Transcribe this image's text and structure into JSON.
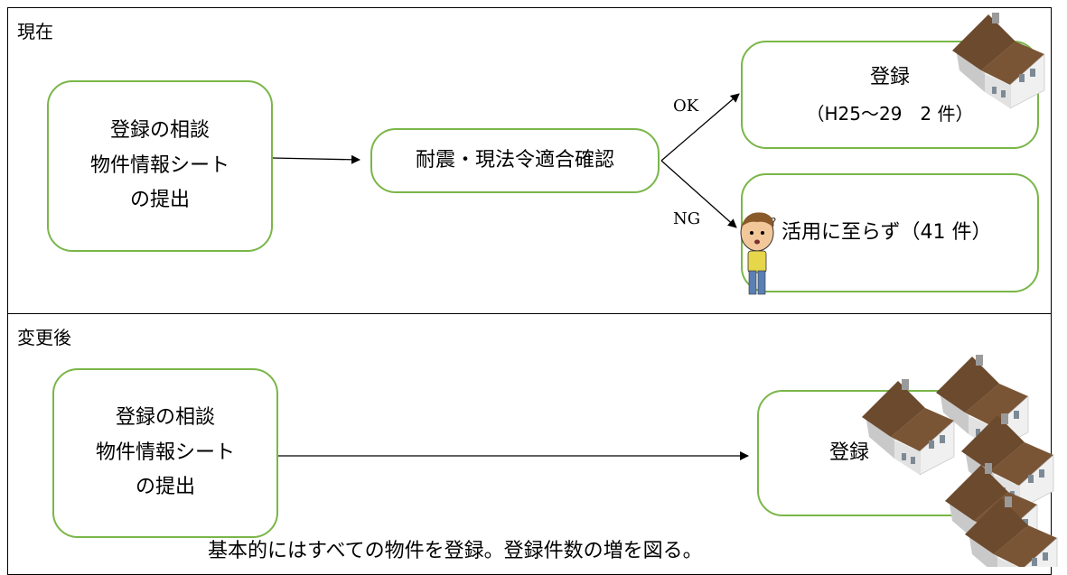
{
  "panels": {
    "current": {
      "title": "現在",
      "consult_box": {
        "lines": [
          "登録の相談",
          "物件情報シート",
          "の提出"
        ]
      },
      "check_box": {
        "label": "耐震・現法令適合確認"
      },
      "ok_label": "OK",
      "ng_label": "NG",
      "ok_box": {
        "line1": "登録",
        "line2": "（H25～29　2 件）"
      },
      "ng_box": {
        "label": "活用に至らず（41 件）"
      }
    },
    "after": {
      "title": "変更後",
      "consult_box": {
        "lines": [
          "登録の相談",
          "物件情報シート",
          "の提出"
        ]
      },
      "register_box": {
        "label": "登録"
      },
      "caption": "基本的にはすべての物件を登録。登録件数の増を図る。"
    }
  },
  "colors": {
    "box_border": "#7ab648",
    "roof": "#6b4a2e",
    "wall": "#f2f2f2"
  },
  "icons": {
    "house": "house-icon",
    "person": "confused-person-icon"
  }
}
